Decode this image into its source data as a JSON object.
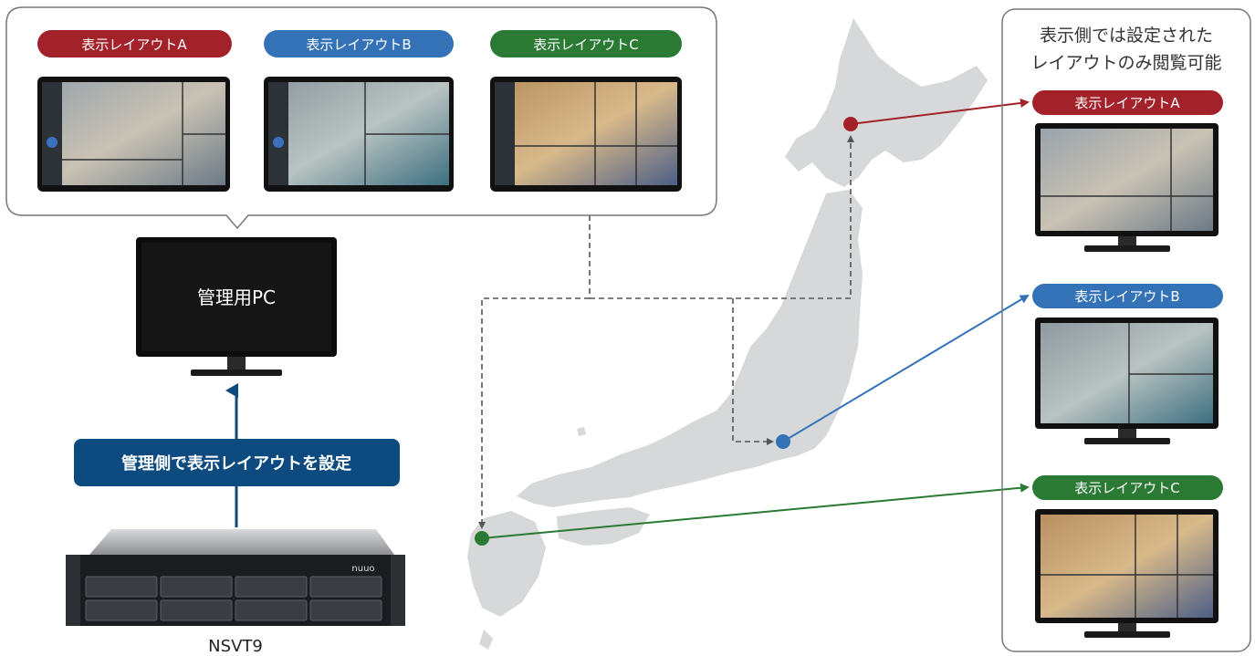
{
  "top_panel": {
    "layouts": [
      {
        "label": "表示レイアウトA",
        "color": "#a3222a"
      },
      {
        "label": "表示レイアウトB",
        "color": "#3472b8"
      },
      {
        "label": "表示レイアウトC",
        "color": "#2a7a34"
      }
    ]
  },
  "admin_pc": {
    "label": "管理用PC"
  },
  "config_badge": {
    "label": "管理側で表示レイアウトを設定",
    "color": "#0d4a80"
  },
  "server": {
    "label": "NSVT9",
    "brand": "nuuo"
  },
  "right_panel": {
    "caption_line1": "表示側では設定された",
    "caption_line2": "レイアウトのみ閲覧可能",
    "layouts": [
      {
        "label": "表示レイアウトA",
        "color": "#a3222a"
      },
      {
        "label": "表示レイアウトB",
        "color": "#3472b8"
      },
      {
        "label": "表示レイアウトC",
        "color": "#2a7a34"
      }
    ]
  },
  "colors": {
    "map": "#d6d8da",
    "panel_border": "#777777",
    "dashed": "#555555"
  }
}
